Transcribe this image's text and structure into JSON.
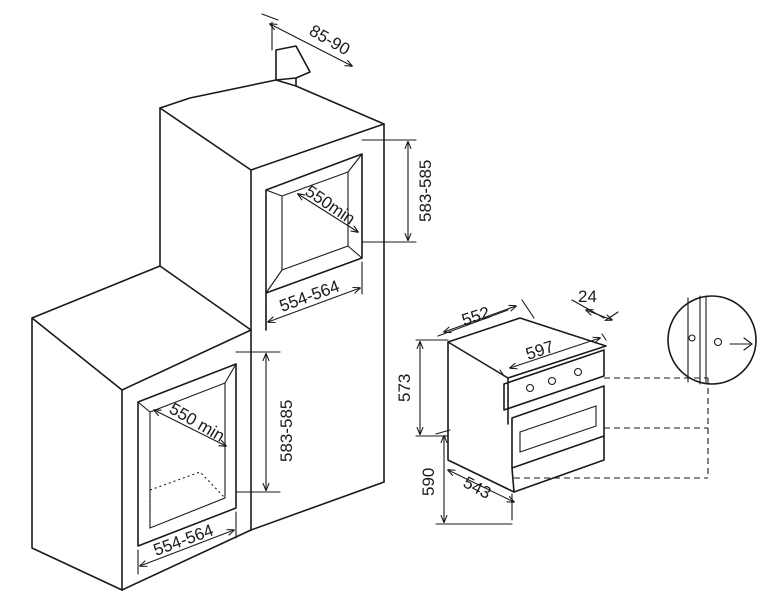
{
  "diagram": {
    "labels": {
      "top_depth": "85-90",
      "upper_height": "583-585",
      "upper_depth": "550min",
      "upper_width": "554-564",
      "lower_height": "583-585",
      "lower_depth": "550 min",
      "lower_width": "554-564",
      "oven_depth_top": "552",
      "oven_width": "597",
      "oven_panel": "24",
      "oven_front_height": "573",
      "oven_total_height": "590",
      "oven_body_depth": "543"
    }
  }
}
